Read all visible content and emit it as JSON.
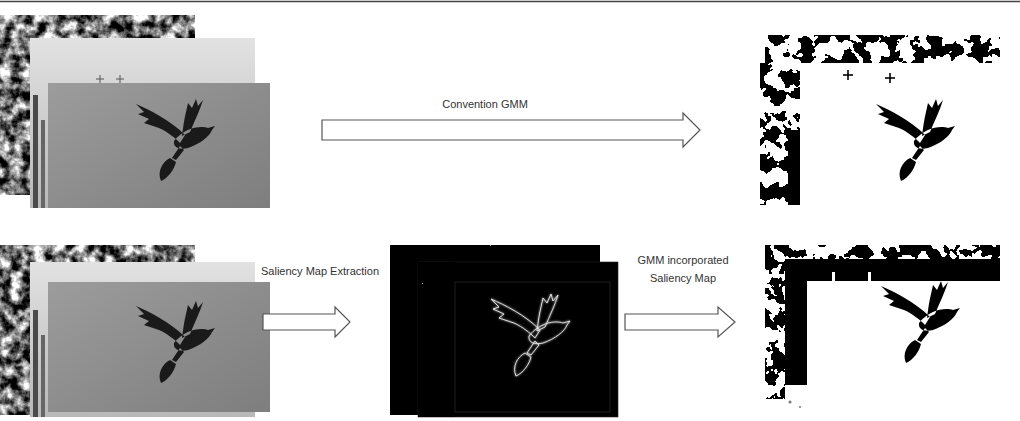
{
  "diagram": {
    "labels": [
      "Convention GMM",
      "Saliency Map Extraction",
      "GMM incorporated Saliency Map"
    ]
  }
}
